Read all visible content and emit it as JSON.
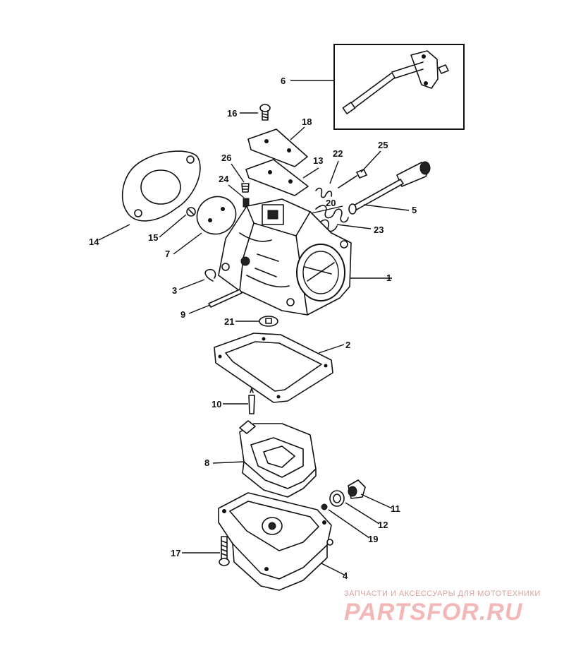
{
  "callouts": [
    "1",
    "2",
    "3",
    "4",
    "5",
    "6",
    "7",
    "8",
    "9",
    "10",
    "11",
    "12",
    "13",
    "14",
    "15",
    "16",
    "17",
    "18",
    "19",
    "20",
    "21",
    "22",
    "23",
    "24",
    "25",
    "26"
  ],
  "watermark": {
    "tagline": "ЗАПЧАСТИ И АКСЕССУАРЫ ДЛЯ МОТОТЕХНИКИ",
    "brand": "PARTSFOR.RU",
    "color": "#f2b8b8"
  }
}
